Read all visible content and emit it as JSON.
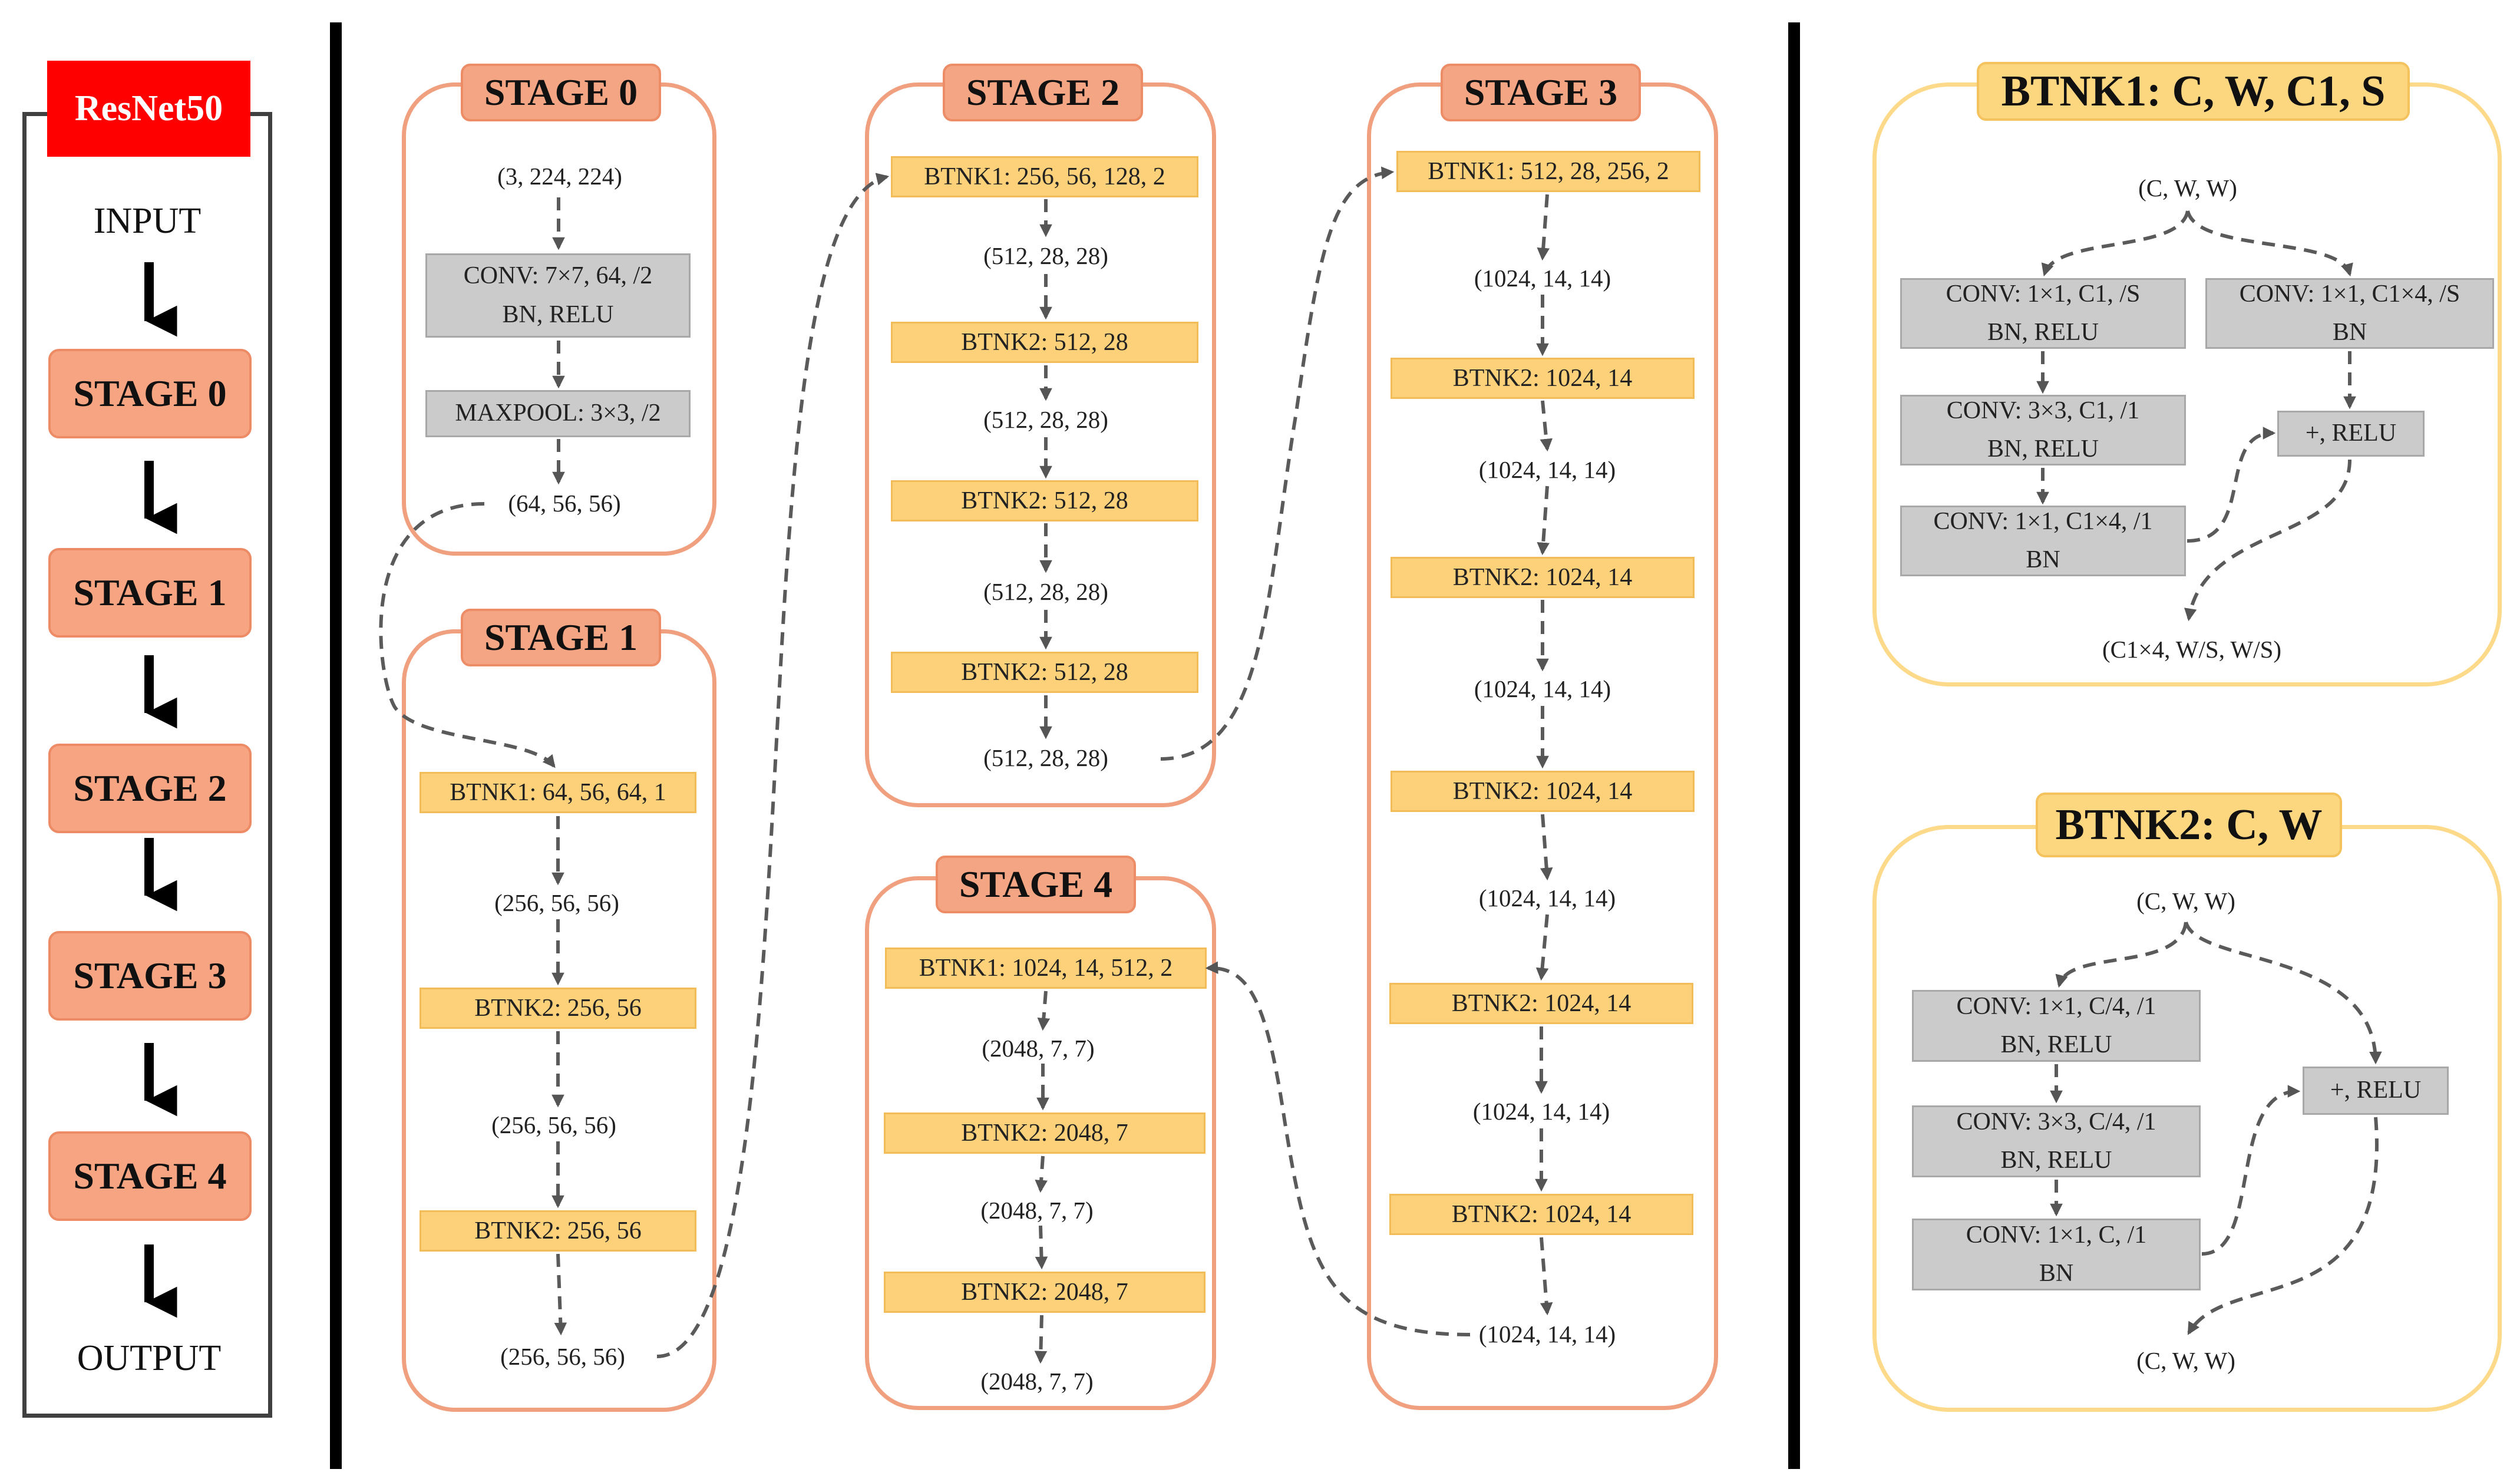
{
  "legend": {
    "title": "ResNet50",
    "input": "INPUT",
    "output": "OUTPUT",
    "stages": [
      "STAGE 0",
      "STAGE 1",
      "STAGE 2",
      "STAGE 3",
      "STAGE 4"
    ]
  },
  "stage0": {
    "title": "STAGE 0",
    "input_shape": "(3, 224, 224)",
    "conv_line1": "CONV: 7×7, 64, /2",
    "conv_line2": "BN, RELU",
    "maxpool": "MAXPOOL: 3×3, /2",
    "output_shape": "(64, 56, 56)"
  },
  "stage1": {
    "title": "STAGE 1",
    "blocks": [
      "BTNK1: 64, 56, 64, 1",
      "BTNK2: 256, 56",
      "BTNK2: 256, 56"
    ],
    "shapes": [
      "(256, 56, 56)",
      "(256, 56, 56)",
      "(256, 56, 56)"
    ]
  },
  "stage2": {
    "title": "STAGE 2",
    "blocks": [
      "BTNK1: 256, 56, 128, 2",
      "BTNK2: 512, 28",
      "BTNK2: 512, 28",
      "BTNK2: 512, 28"
    ],
    "shapes": [
      "(512, 28, 28)",
      "(512, 28, 28)",
      "(512, 28, 28)",
      "(512, 28, 28)"
    ]
  },
  "stage3": {
    "title": "STAGE 3",
    "blocks": [
      "BTNK1: 512, 28, 256, 2",
      "BTNK2: 1024, 14",
      "BTNK2: 1024, 14",
      "BTNK2: 1024, 14",
      "BTNK2: 1024, 14",
      "BTNK2: 1024, 14"
    ],
    "shapes": [
      "(1024, 14, 14)",
      "(1024, 14, 14)",
      "(1024, 14, 14)",
      "(1024, 14, 14)",
      "(1024, 14, 14)",
      "(1024, 14, 14)"
    ]
  },
  "stage4": {
    "title": "STAGE 4",
    "blocks": [
      "BTNK1: 1024, 14, 512, 2",
      "BTNK2: 2048, 7",
      "BTNK2: 2048, 7"
    ],
    "shapes": [
      "(2048, 7, 7)",
      "(2048, 7, 7)",
      "(2048, 7, 7)"
    ]
  },
  "btnk1": {
    "title": "BTNK1: C, W, C1, S",
    "input_shape": "(C, W, W)",
    "conv1_line1": "CONV: 1×1, C1, /S",
    "conv1_line2": "BN, RELU",
    "conv2_line1": "CONV: 3×3, C1, /1",
    "conv2_line2": "BN, RELU",
    "conv3_line1": "CONV: 1×1, C1×4, /1",
    "conv3_line2": "BN",
    "shortcut_line1": "CONV: 1×1, C1×4, /S",
    "shortcut_line2": "BN",
    "add": "+, RELU",
    "output_shape": "(C1×4, W/S, W/S)"
  },
  "btnk2": {
    "title": "BTNK2: C, W",
    "input_shape": "(C, W, W)",
    "conv1_line1": "CONV: 1×1, C/4, /1",
    "conv1_line2": "BN, RELU",
    "conv2_line1": "CONV: 3×3, C/4, /1",
    "conv2_line2": "BN, RELU",
    "conv3_line1": "CONV: 1×1, C, /1",
    "conv3_line2": "BN",
    "add": "+, RELU",
    "output_shape": "(C, W, W)"
  },
  "colors": {
    "stage_fill": "#f4a584",
    "stage_border": "#f0a07e",
    "block_fill": "#fdd17a",
    "gray_fill": "#cbcbcb",
    "title_red": "#ff0000",
    "detail_border": "#fdd98a"
  }
}
